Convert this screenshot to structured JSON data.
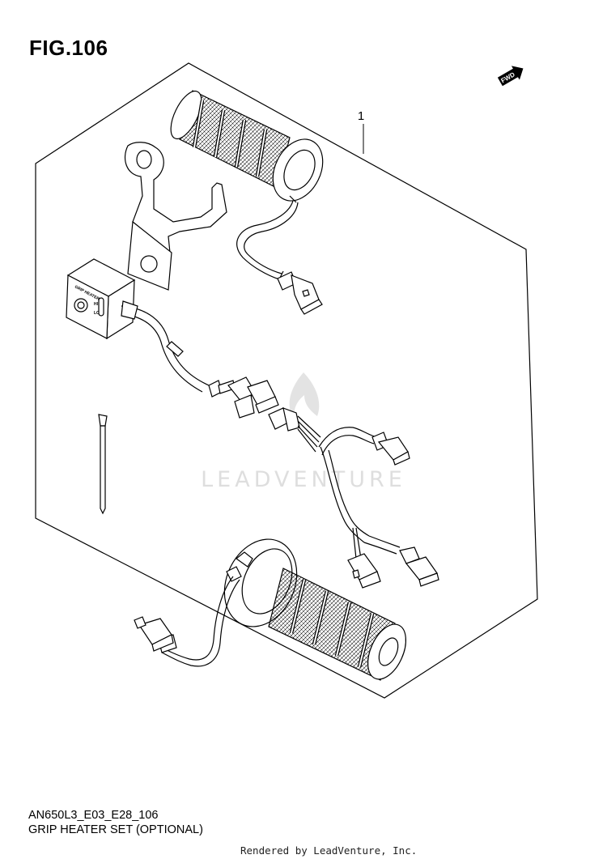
{
  "figure": {
    "title": "FIG.106",
    "direction_badge": "FWD",
    "callouts": [
      {
        "number": "1"
      }
    ],
    "switch_label": "GRIP HEATER",
    "switch_hi": "HI",
    "switch_lo": "LO"
  },
  "watermark": {
    "text": "LEADVENTURE"
  },
  "footer": {
    "code": "AN650L3_E03_E28_106",
    "caption": "GRIP HEATER SET (OPTIONAL)",
    "rendered_by": "Rendered by LeadVenture, Inc."
  }
}
